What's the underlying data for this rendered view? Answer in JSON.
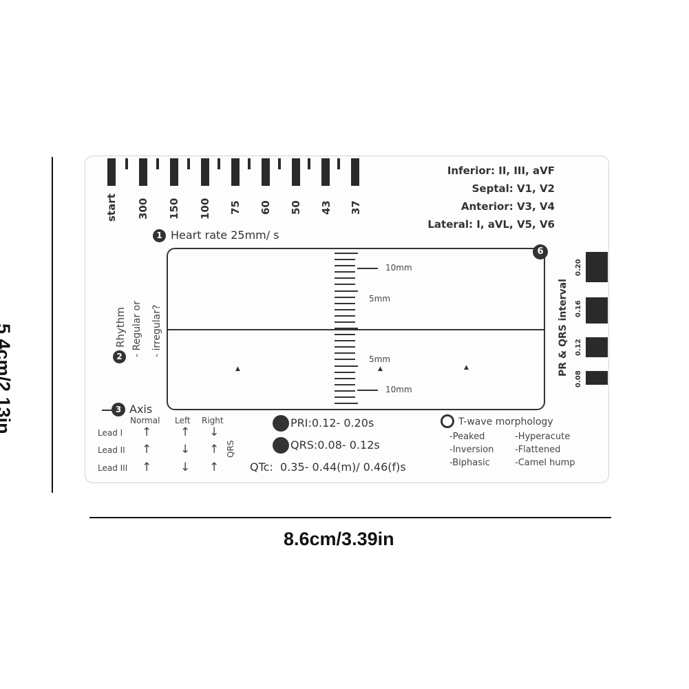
{
  "dimensions": {
    "height_label": "5.4cm/2.13in",
    "width_label": "8.6cm/3.39in"
  },
  "scale_labels": [
    "start",
    "300",
    "150",
    "100",
    "75",
    "60",
    "50",
    "43",
    "37"
  ],
  "leads_info": [
    "Inferior: II, III, aVF",
    "Septal: V1, V2",
    "Anterior: V3, V4",
    "Lateral: I, aVL, V5, V6"
  ],
  "heart_rate": {
    "number": "1",
    "label": "Heart rate 25mm/ s"
  },
  "rhythm": {
    "number": "2",
    "label": "Rhythm",
    "q1": "- Regular or",
    "q2": "- irregular?"
  },
  "axis": {
    "number": "3",
    "label": "Axis",
    "col_normal": "Normal",
    "col_left": "Left",
    "col_right": "Right",
    "rows": [
      "Lead I",
      "Lead II",
      "Lead III"
    ],
    "qrs_label": "QRS"
  },
  "intervals": {
    "pri": "PRI:0.12- 0.20s",
    "qrs": "QRS:0.08- 0.12s",
    "qtc": "QTc:  0.35- 0.44(m)/ 0.46(f)s"
  },
  "twave": {
    "title": "T-wave morphology",
    "items_left": [
      "-Peaked",
      "-Inversion",
      "-Biphasic"
    ],
    "items_right": [
      "-Hyperacute",
      "-Flattened",
      "-Camel hump"
    ]
  },
  "grid": {
    "number": "6",
    "mm10_top": "10mm",
    "mm5_top": "5mm",
    "mm5_bottom": "5mm",
    "mm10_bottom": "10mm"
  },
  "pr_qrs": {
    "title": "PR & QRS interval",
    "values": [
      "0.20",
      "0.16",
      "0.12",
      "0.08"
    ]
  }
}
